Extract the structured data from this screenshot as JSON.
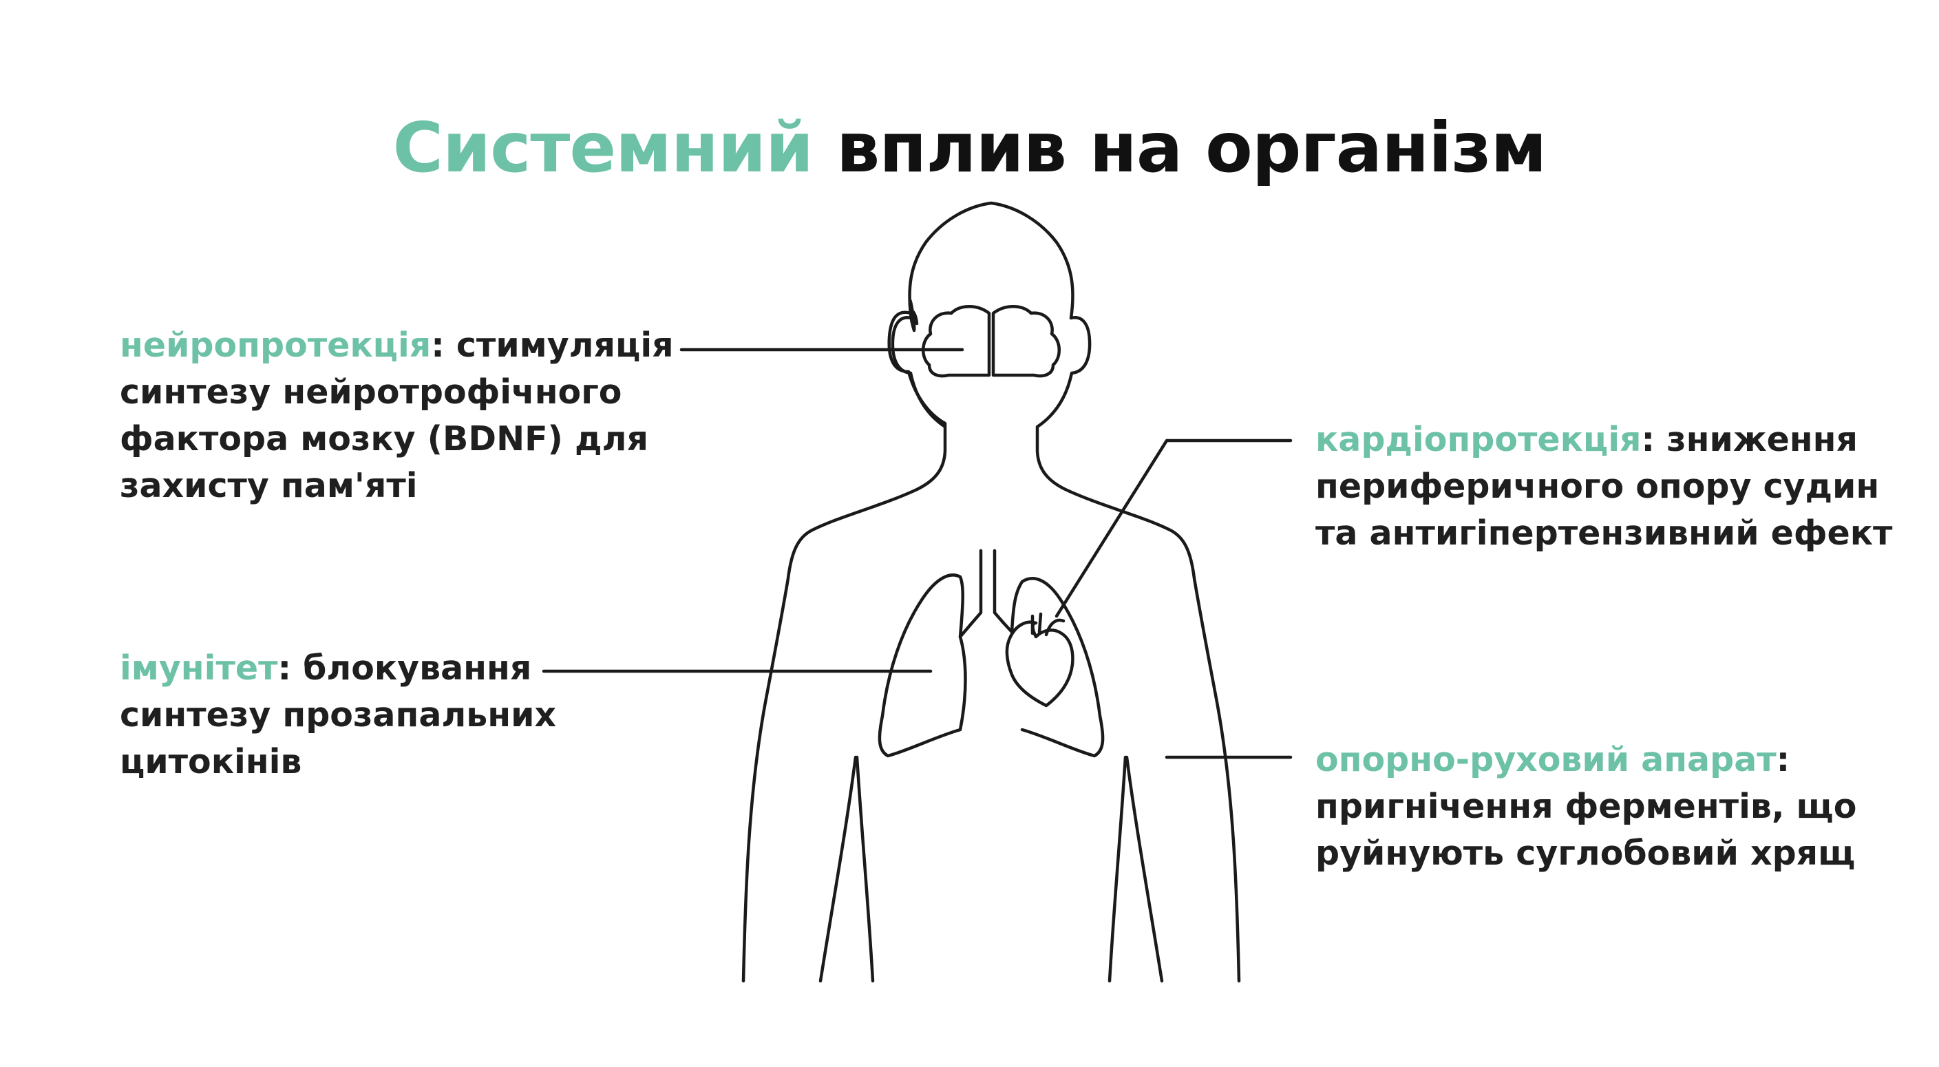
{
  "title": {
    "accent": "Системний",
    "rest": "вплив на організм"
  },
  "colors": {
    "accent": "#6cc1a6",
    "text": "#1f1f1f",
    "line": "#1a1a1a",
    "background": "#ffffff"
  },
  "callouts": {
    "neuro": {
      "keyword": "нейропротекція",
      "text": ": стимуляція синтезу нейротрофічного фактора мозку (BDNF) для захисту пам'яті"
    },
    "immune": {
      "keyword": "імунітет",
      "text": ": блокування синтезу прозапальних цитокінів"
    },
    "cardio": {
      "keyword": "кардіопротекція",
      "text": ": зниження периферичного опору судин та антигіпертензивний ефект"
    },
    "musculo": {
      "keyword": "опорно-руховий апарат",
      "text": ": пригнічення ферментів, що руйнують суглобовий хрящ"
    }
  },
  "figure": {
    "icons": [
      "human-body-outline",
      "brain-icon",
      "lungs-icon",
      "heart-icon"
    ]
  }
}
